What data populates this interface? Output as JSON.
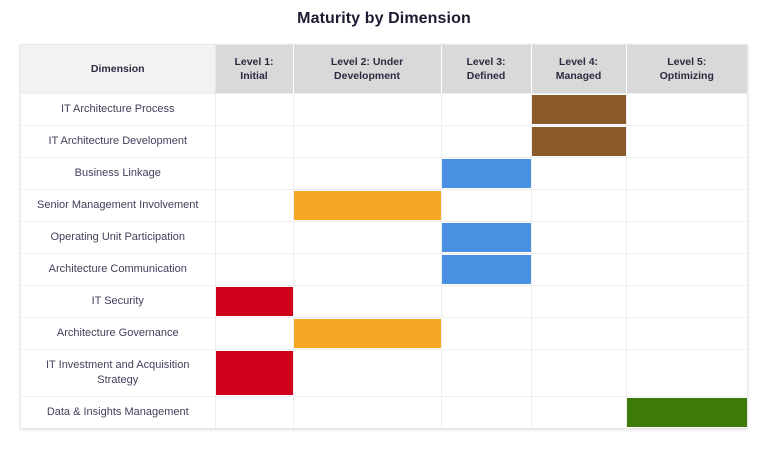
{
  "chart": {
    "title": "Maturity by Dimension"
  },
  "chart_data": {
    "type": "heatmap",
    "title": "Maturity by Dimension",
    "xlabel": "",
    "ylabel": "Dimension",
    "grid": true,
    "legend_position": "none",
    "categories": [
      "Level 1: Initial",
      "Level 2: Under Development",
      "Level 3: Defined",
      "Level 4: Managed",
      "Level 5: Optimizing"
    ],
    "level_values": [
      1,
      2,
      3,
      4,
      5
    ],
    "row_labels": [
      "IT Architecture Process",
      "IT Architecture Development",
      "Business Linkage",
      "Senior Management Involvement",
      "Operating Unit Participation",
      "Architecture Communication",
      "IT Security",
      "Architecture Governance",
      "IT Investment and Acquisition Strategy",
      "Data & Insights Management"
    ],
    "values": [
      4,
      4,
      3,
      2,
      3,
      3,
      1,
      2,
      1,
      5
    ],
    "level_colors": {
      "1": "#d0021b",
      "2": "#f5a623",
      "3": "#4a90e2",
      "4": "#8b5a2b",
      "5": "#3d7a08"
    }
  },
  "table": {
    "columns": [
      {
        "key": "dimension",
        "line1": "Dimension",
        "line2": ""
      },
      {
        "key": "level1",
        "line1": "Level 1:",
        "line2": "Initial"
      },
      {
        "key": "level2",
        "line1": "Level 2: Under",
        "line2": "Development"
      },
      {
        "key": "level3",
        "line1": "Level 3:",
        "line2": "Defined"
      },
      {
        "key": "level4",
        "line1": "Level 4:",
        "line2": "Managed"
      },
      {
        "key": "level5",
        "line1": "Level 5:",
        "line2": "Optimizing"
      }
    ],
    "rows": [
      {
        "dimension": "IT Architecture Process",
        "level": 4,
        "tall": false
      },
      {
        "dimension": "IT Architecture Development",
        "level": 4,
        "tall": false
      },
      {
        "dimension": "Business Linkage",
        "level": 3,
        "tall": false
      },
      {
        "dimension": "Senior Management Involvement",
        "level": 2,
        "tall": false
      },
      {
        "dimension": "Operating Unit Participation",
        "level": 3,
        "tall": false
      },
      {
        "dimension": "Architecture Communication",
        "level": 3,
        "tall": false
      },
      {
        "dimension": "IT Security",
        "level": 1,
        "tall": false
      },
      {
        "dimension": "Architecture Governance",
        "level": 2,
        "tall": false
      },
      {
        "dimension": "IT Investment and Acquisition Strategy",
        "level": 1,
        "tall": true
      },
      {
        "dimension": "Data & Insights Management",
        "level": 5,
        "tall": false
      }
    ]
  },
  "colors": {
    "level1": "#d0021b",
    "level2": "#f5a623",
    "level3": "#4a90e2",
    "level4": "#8b5a2b",
    "level5": "#3d7a08",
    "header_dimension_bg": "#f2f2f2",
    "header_level_bg": "#d9d9d9",
    "grid_line": "#efefef",
    "title_text": "#1c1c32",
    "body_text": "#41415c"
  }
}
